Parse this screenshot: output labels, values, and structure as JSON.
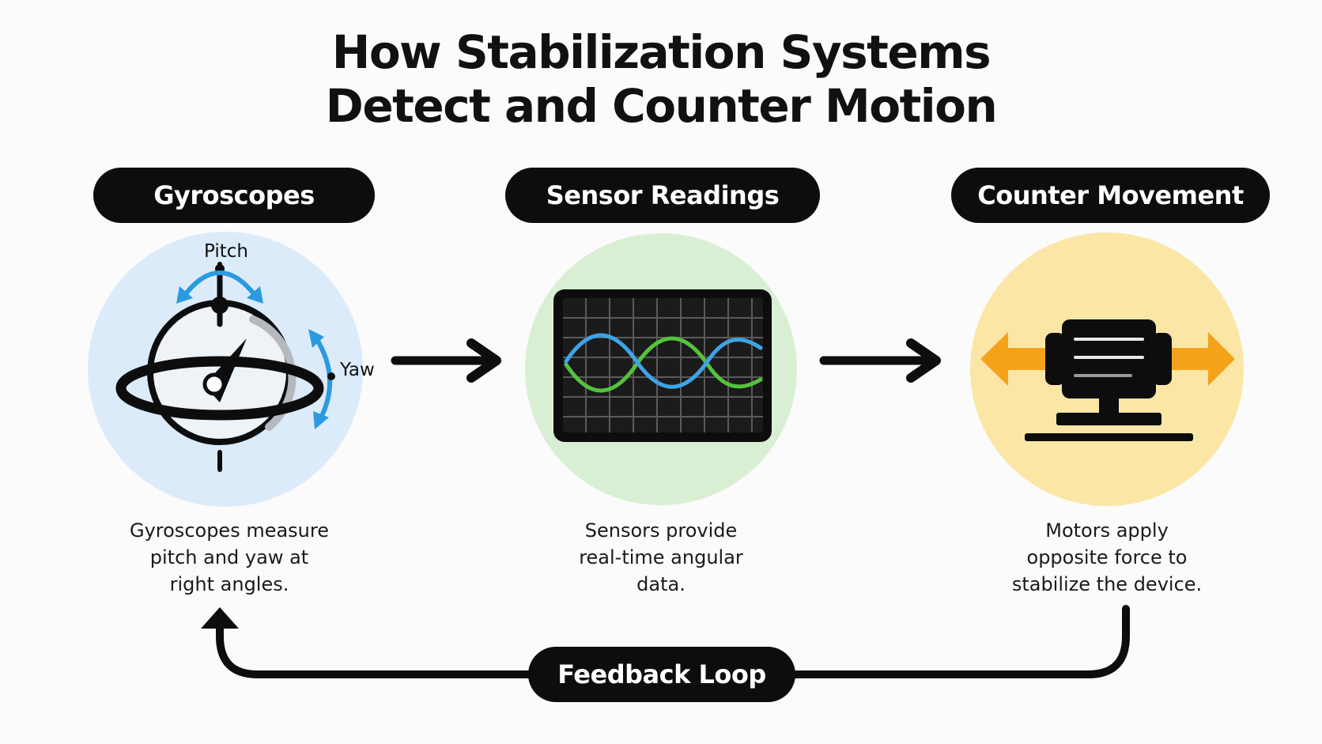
{
  "title": {
    "line1": "How Stabilization Systems",
    "line2": "Detect and Counter Motion"
  },
  "stages": [
    {
      "label": "Gyroscopes",
      "description": [
        "Gyroscopes measure",
        "pitch and yaw at",
        "right angles."
      ],
      "annotations": {
        "pitch": "Pitch",
        "yaw": "Yaw"
      }
    },
    {
      "label": "Sensor Readings",
      "description": [
        "Sensors provide",
        "real-time angular",
        "data."
      ]
    },
    {
      "label": "Counter Movement",
      "description": [
        "Motors apply",
        "opposite force to",
        "stabilize the device."
      ]
    }
  ],
  "feedback": {
    "label": "Feedback Loop"
  },
  "colors": {
    "gyro_circle": "#dcebfa",
    "sensor_circle": "#d9efd3",
    "motor_circle": "#fbe6a6",
    "rotation_arrow": "#2b9ae0",
    "wave_blue": "#3da4e6",
    "wave_green": "#55c23c",
    "force_arrow": "#f5a21b",
    "ink": "#0d0d0d"
  },
  "icons": [
    "gyroscope-icon",
    "oscilloscope-icon",
    "motor-icon",
    "arrow-right-icon",
    "force-arrow-icon"
  ]
}
